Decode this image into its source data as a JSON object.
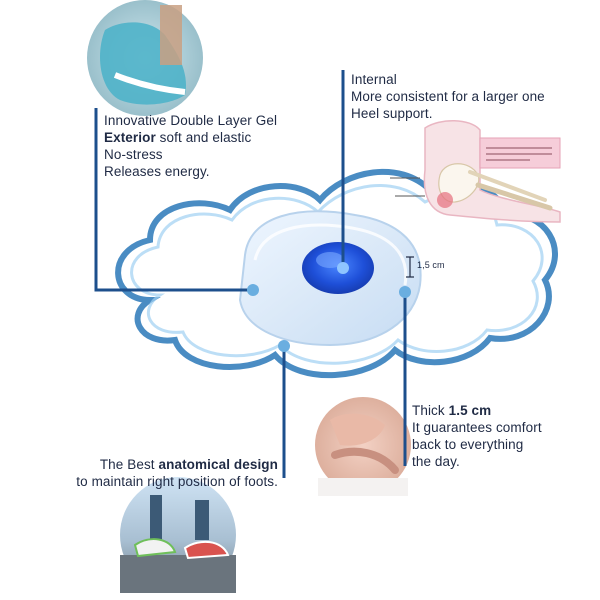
{
  "callout_top_left": {
    "line1": "Innovative Double Layer Gel",
    "line2_bold": "Exterior",
    "line2_rest": " soft and elastic",
    "line3": "No-stress",
    "line4": "Releases energy."
  },
  "callout_top_right": {
    "line1": "Internal",
    "line2": "More consistent for a larger one",
    "line3": "Heel support."
  },
  "thickness_marker": {
    "label": "1,5 cm"
  },
  "callout_bottom_right": {
    "line1_prefix": "Thick ",
    "line1_bold": "1.5 cm",
    "line2": "It guarantees comfort",
    "line3": "back to everything",
    "line4": "the day."
  },
  "callout_bottom_left": {
    "line1_prefix": "The Best ",
    "line1_bold": "anatomical design",
    "line2": "to maintain right position of foots."
  },
  "colors": {
    "line_blue": "#1d4f8c",
    "cloud_blue": "#2a78b8",
    "gel_blue": "#1e4fd8",
    "dot_blue": "#6aaee0"
  }
}
